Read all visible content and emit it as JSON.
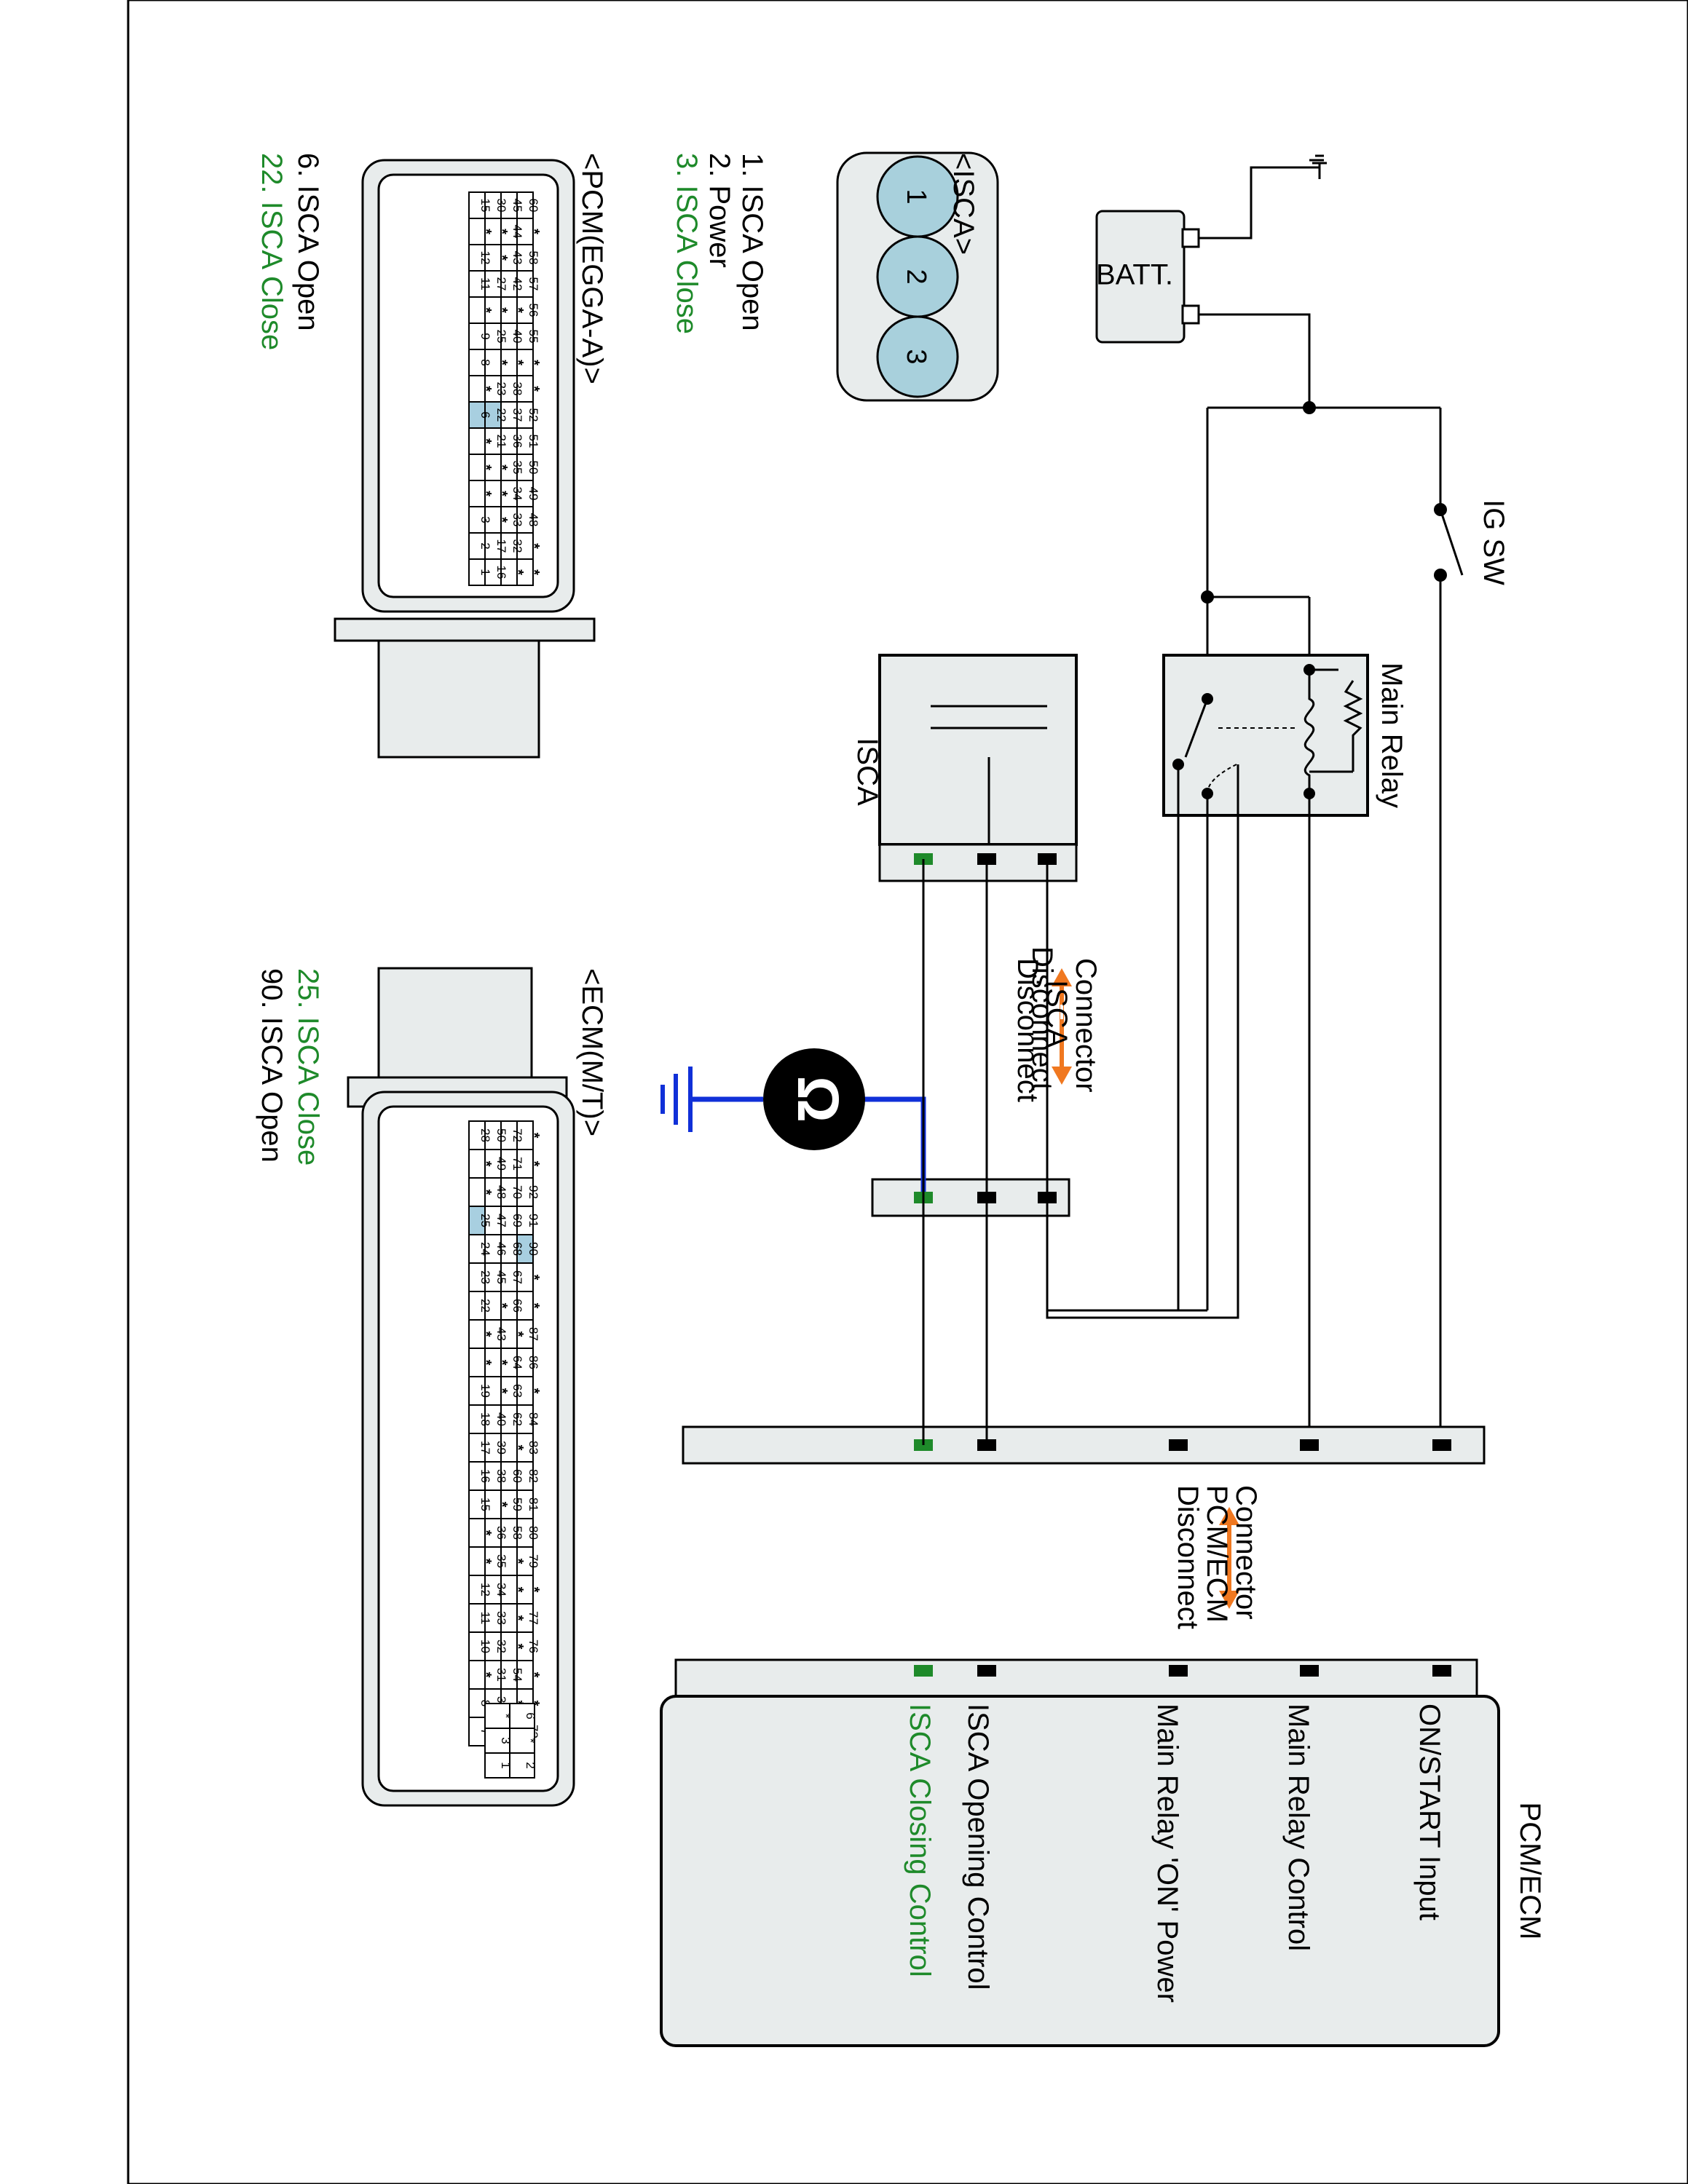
{
  "components": {
    "battery": "BATT.",
    "ig_switch": "IG SW",
    "main_relay": "Main Relay",
    "isca": "ISCA",
    "pcm_ecm": "PCM/ECM"
  },
  "pcm_ecm_terminals": [
    "ON/START Input",
    "Main Relay Control",
    "Main Relay 'ON' Power",
    "ISCA Opening Control",
    "ISCA Closing Control"
  ],
  "notes": {
    "disconnect_isca": [
      "Disconnect",
      "ISCA",
      "Connector"
    ],
    "disconnect_pcm": [
      "Disconnect",
      "PCM/ECM",
      "Connector"
    ]
  },
  "connectors": {
    "isca": {
      "title": "<ISCA>",
      "pins": [
        {
          "label": "1. ISCA Open",
          "highlight": false
        },
        {
          "label": "2. Power",
          "highlight": false
        },
        {
          "label": "3. ISCA Close",
          "highlight": true
        }
      ],
      "pin_numbers": [
        "1",
        "2",
        "3"
      ]
    },
    "pcm": {
      "title": "<PCM(EGGA-A)>",
      "pins": [
        {
          "label": "6. ISCA Open",
          "highlight": false
        },
        {
          "label": "22. ISCA Close",
          "highlight": true
        }
      ],
      "rows": [
        [
          "60",
          "*",
          "58",
          "57",
          "56",
          "55",
          "*",
          "*",
          "52",
          "51",
          "50",
          "49",
          "48",
          "*",
          "*"
        ],
        [
          "45",
          "44",
          "43",
          "42",
          "*",
          "40",
          "*",
          "38",
          "37",
          "36",
          "35",
          "34",
          "33",
          "32",
          "*"
        ],
        [
          "30",
          "*",
          "*",
          "27",
          "*",
          "25",
          "*",
          "23",
          "22",
          "21",
          "*",
          "*",
          "*",
          "17",
          "16"
        ],
        [
          "15",
          "*",
          "12",
          "11",
          "*",
          "9",
          "8",
          "*",
          "6",
          "*",
          "*",
          "*",
          "3",
          "2",
          "1"
        ]
      ]
    },
    "ecm": {
      "title": "<ECM(M/T)>",
      "pins": [
        {
          "label": "25. ISCA Close",
          "highlight": true
        },
        {
          "label": "90. ISCA Open",
          "highlight": false
        }
      ],
      "rows": [
        [
          "*",
          "*",
          "92",
          "91",
          "90",
          "*",
          "*",
          "87",
          "86",
          "*",
          "84",
          "83",
          "82",
          "81",
          "80",
          "79",
          "*",
          "77",
          "76",
          "*",
          "*",
          "73"
        ],
        [
          "72",
          "71",
          "70",
          "69",
          "68",
          "67",
          "66",
          "*",
          "64",
          "63",
          "62",
          "*",
          "60",
          "59",
          "58",
          "*",
          "*",
          "*",
          "*",
          "54",
          "*",
          "51"
        ],
        [
          "50",
          "49",
          "48",
          "47",
          "46",
          "45",
          "*",
          "43",
          "*",
          "*",
          "40",
          "39",
          "38",
          "*",
          "36",
          "35",
          "34",
          "33",
          "32",
          "31",
          "30",
          "29"
        ],
        [
          "28",
          "*",
          "*",
          "25",
          "24",
          "23",
          "22",
          "*",
          "*",
          "19",
          "18",
          "17",
          "16",
          "15",
          "*",
          "*",
          "12",
          "11",
          "10",
          "*",
          "8",
          "7"
        ]
      ],
      "small_block": [
        [
          "6",
          "*"
        ],
        [
          "*",
          "3"
        ],
        [
          "2",
          "1"
        ]
      ]
    }
  },
  "colors": {
    "green_wire": "#1e8a2a",
    "ohm_wire": "#1030d8",
    "arrow": "#f07820",
    "pin_highlight": "#a8cfe0",
    "connector_fill": "#e8ecec",
    "isca_pin_fill": "#a8d0dc"
  },
  "meter": {
    "symbol": "Ω",
    "icon": "ohmmeter-icon"
  }
}
